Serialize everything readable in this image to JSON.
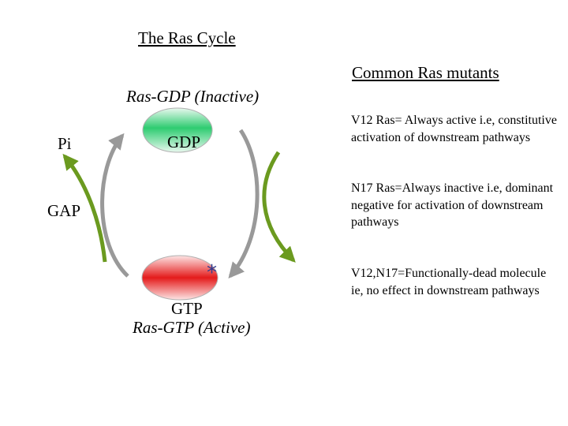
{
  "title": "The Ras Cycle",
  "mutants_title": "Common Ras mutants",
  "gdp_state": "Ras-GDP (Inactive)",
  "gtp_state": "Ras-GTP (Active)",
  "gdp_label": "GDP",
  "gtp_label": "GTP",
  "pi_label": "Pi",
  "gap_label": "GAP",
  "star": "*",
  "notes": [
    "V12 Ras= Always active i.e, constitutive activation of downstream pathways",
    "N17 Ras=Always inactive i.e, dominant negative for activation of downstream pathways",
    "V12,N17=Functionally-dead molecule ie, no effect in downstream pathways"
  ],
  "colors": {
    "gdp_ellipse": "#2ecc71",
    "gtp_ellipse": "#e41b1b",
    "arrow_gray": "#999999",
    "arrow_green": "#6b9a1f",
    "star": "#2f3a8f"
  }
}
